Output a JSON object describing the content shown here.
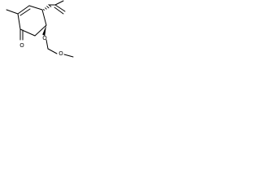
{
  "molecule": {
    "atoms": {
      "carbonyl_oxygen": "O",
      "ether_oxygen_1": "O",
      "ether_oxygen_2": "O"
    },
    "colors": {
      "bond": "#000000",
      "background": "#ffffff"
    }
  }
}
